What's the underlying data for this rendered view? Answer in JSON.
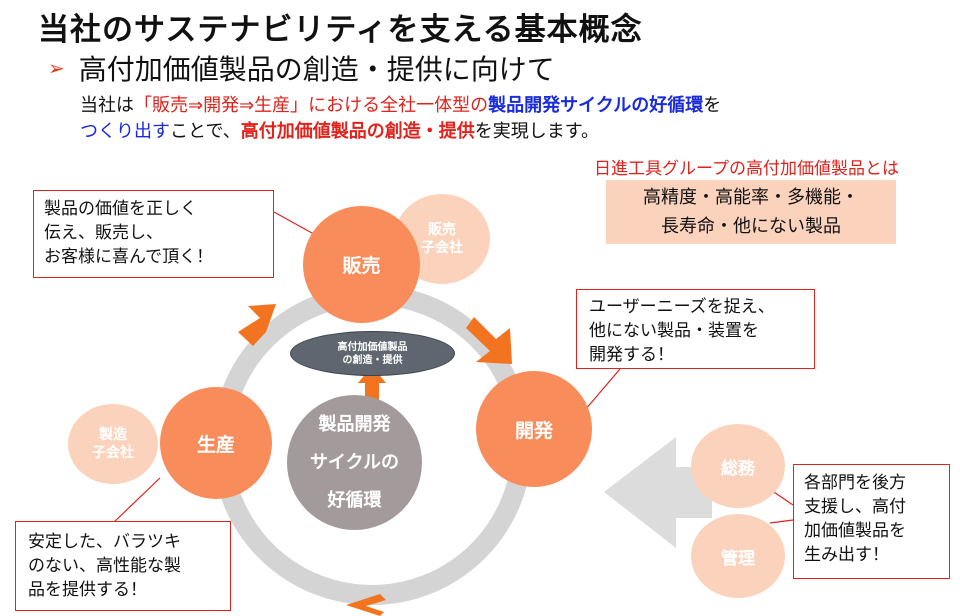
{
  "title": "当社のサステナビリティを支える基本概念",
  "subtitle": {
    "marker": "➢",
    "text": "高付加価値製品の創造・提供に向けて"
  },
  "lead": {
    "line1": {
      "a": "当社は",
      "b": "「販売⇒開発⇒生産」における全社一体型の",
      "c": "製品開発サイクルの好循環",
      "d": "を"
    },
    "line2": {
      "a": "つくり出す",
      "b": "ことで、",
      "c": "高付加価値製品の創造・提供",
      "d": "を実現します。"
    }
  },
  "definition": {
    "title": "日進工具グループの高付加価値製品とは",
    "line1": "高精度・高能率・多機能・",
    "line2": "長寿命・他にない製品"
  },
  "cycle": {
    "sales": "販売",
    "sales_sub_line1": "販売",
    "sales_sub_line2": "子会社",
    "development": "開発",
    "production": "生産",
    "production_sub_line1": "製造",
    "production_sub_line2": "子会社",
    "center_line1": "製品開発",
    "center_line2": "サイクルの",
    "center_line3": "好循環",
    "output_line1": "高付加価値製品",
    "output_line2": "の創造・提供"
  },
  "support": {
    "general_affairs": "総務",
    "management": "管理"
  },
  "callouts": {
    "sales": "製品の価値を正しく\n伝え、販売し、\nお客様に喜んで頂く！",
    "development": "ユーザーニーズを捉え、\n他にない製品・装置を\n開発する！",
    "production": "安定した、バラツキ\nのない、高性能な製\n品を提供する！",
    "support": "各部門を後方\n支援し、高付\n加価値製品を\n生み出す！"
  },
  "colors": {
    "accent_orange": "#f98c5b",
    "light_orange": "#fbd3bd",
    "arrow_orange": "#f37420",
    "ring_gray": "#d4d4d4",
    "center_gray": "#a39b9b",
    "callout_red": "#e0231c",
    "highlight_blue": "#1a2bdc"
  }
}
